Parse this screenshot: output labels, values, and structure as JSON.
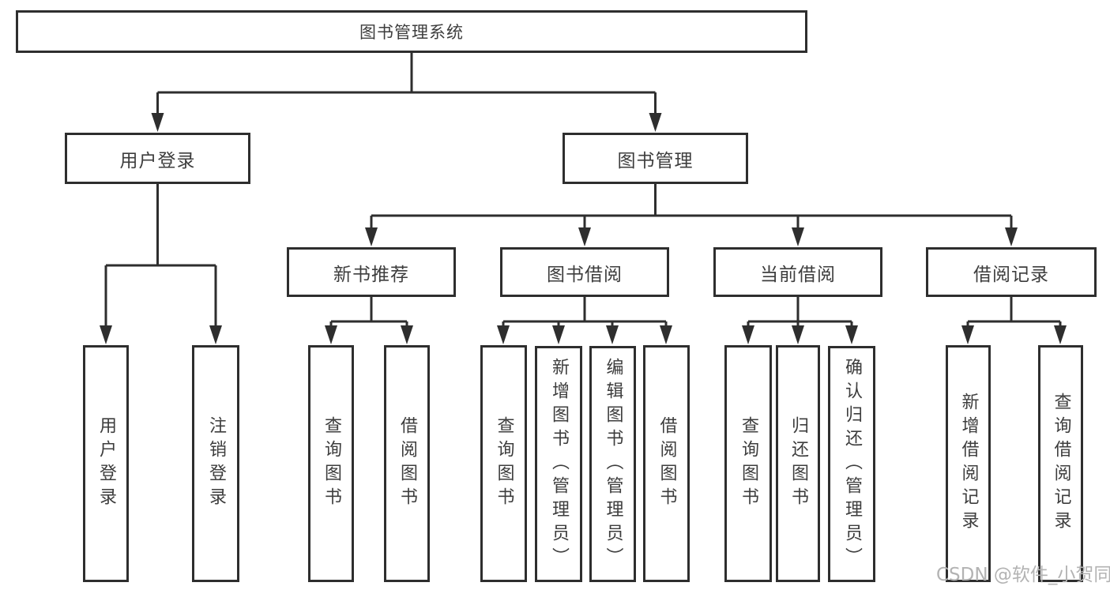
{
  "diagram": {
    "title": "图书管理系统",
    "root": {
      "label": "图书管理系统"
    },
    "level2": {
      "user_login": {
        "label": "用户登录"
      },
      "book_management": {
        "label": "图书管理"
      }
    },
    "level3": {
      "new_book_recommend": {
        "label": "新书推荐"
      },
      "book_borrowing": {
        "label": "图书借阅"
      },
      "current_borrowing": {
        "label": "当前借阅"
      },
      "borrowing_records": {
        "label": "借阅记录"
      }
    },
    "leaves": {
      "user_login": "用户登录",
      "logout": "注销登录",
      "query_books_recommend": "查询图书",
      "borrow_books_recommend": "借阅图书",
      "query_books_borrowing": "查询图书",
      "add_books_admin": "新增图书（管理员）",
      "edit_books_admin": "编辑图书（管理员）",
      "borrow_books_borrowing": "借阅图书",
      "query_books_current": "查询图书",
      "return_books": "归还图书",
      "confirm_return_admin": "确认归还（管理员）",
      "add_borrow_record": "新增借阅记录",
      "query_borrow_record": "查询借阅记录"
    }
  },
  "watermark": {
    "text": "CSDN @软件_小贺同学"
  },
  "colors": {
    "line": "#2e2e2e",
    "text": "#3d3d3d",
    "watermark": "#b3b3b3",
    "background": "#ffffff"
  }
}
